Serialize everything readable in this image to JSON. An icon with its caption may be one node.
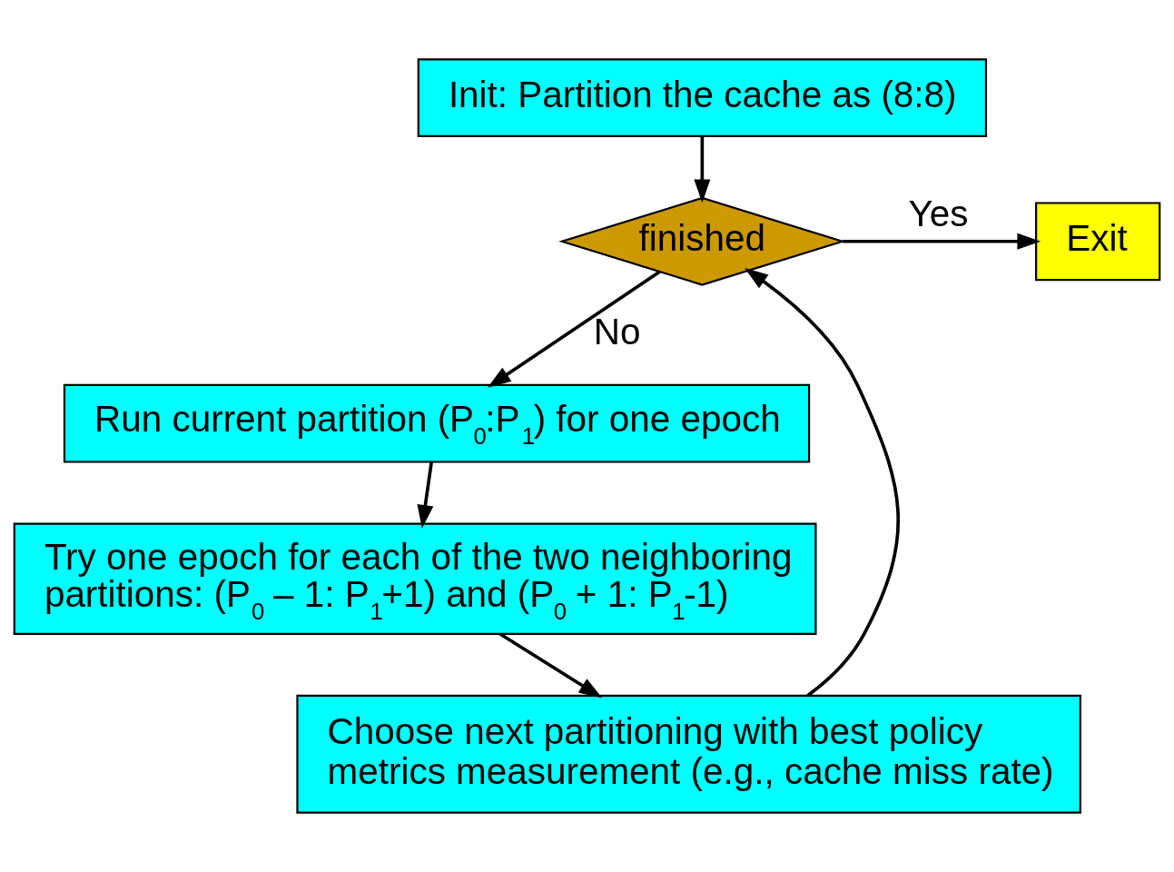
{
  "diagram": {
    "nodes": [
      {
        "text": [
          "Init: Partition the cache as (8:8)"
        ]
      },
      {
        "text": [
          "finished"
        ]
      },
      {
        "text": [
          "Exit"
        ]
      },
      {
        "text": [
          "Run current partition (P$_{0}$:P$_{1}$) for one epoch"
        ]
      },
      {
        "text": [
          "Try one epoch for each of the two neighboring partitions: (P$_{0}$ – 1: P$_{1}$+1) and (P$_{0}$ + 1: P$_{1}$-1)"
        ]
      },
      {
        "text": [
          "Choose next partitioning with best policy metrics measurement (e.g., cache miss rate)"
        ]
      }
    ],
    "edges": [
      {
        "from": 0,
        "to": 1,
        "arrow": "to"
      },
      {
        "from": 1,
        "to": 2,
        "arrow": "to",
        "label": "Yes"
      },
      {
        "from": 1,
        "to": 3,
        "arrow": "to",
        "label": "No"
      },
      {
        "from": 3,
        "to": 4,
        "arrow": "to"
      },
      {
        "from": 4,
        "to": 5,
        "arrow": "to"
      },
      {
        "from": 5,
        "to": 1,
        "arrow": "to"
      }
    ]
  }
}
